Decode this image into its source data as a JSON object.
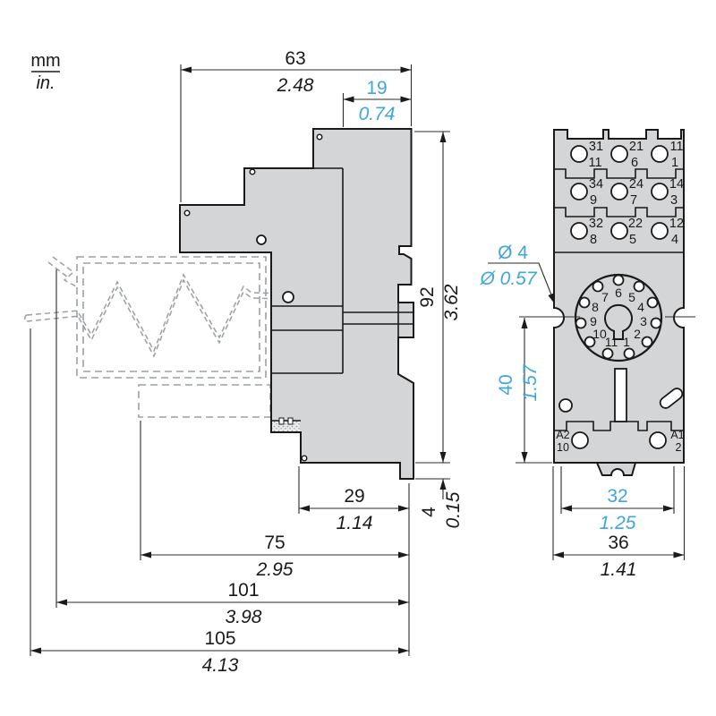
{
  "legend": {
    "mm": "mm",
    "inch": "in."
  },
  "colors": {
    "accent": "#3ea6dc",
    "body_fill": "#d4d5d7",
    "line": "#1a1a1a",
    "phantom": "#9aa0a4"
  },
  "dimensions": {
    "width_top": {
      "mm": "63",
      "inch": "2.48"
    },
    "cap_width": {
      "mm": "19",
      "inch": "0.74"
    },
    "body_height": {
      "mm": "92",
      "inch": "3.62"
    },
    "foot_height": {
      "mm": "4",
      "inch": "0.15"
    },
    "depth_lower": {
      "mm": "29",
      "inch": "1.14"
    },
    "depth_clip": {
      "mm": "75",
      "inch": "2.95"
    },
    "depth_ext": {
      "mm": "101",
      "inch": "3.98"
    },
    "depth_total": {
      "mm": "105",
      "inch": "4.13"
    },
    "front_width": {
      "mm": "36",
      "inch": "1.41"
    },
    "hole_spacing": {
      "mm": "32",
      "inch": "1.25"
    },
    "hole_offset": {
      "mm": "40",
      "inch": "1.57"
    },
    "hole_dia": {
      "mm": "Ø 4",
      "inch": "Ø 0.57"
    }
  },
  "front_view": {
    "terminal_rows": [
      [
        {
          "top": "31",
          "bottom": "11"
        },
        {
          "top": "21",
          "bottom": "6"
        },
        {
          "top": "11",
          "bottom": "1"
        }
      ],
      [
        {
          "top": "34",
          "bottom": "9"
        },
        {
          "top": "24",
          "bottom": "7"
        },
        {
          "top": "14",
          "bottom": "3"
        }
      ],
      [
        {
          "top": "32",
          "bottom": "8"
        },
        {
          "top": "22",
          "bottom": "5"
        },
        {
          "top": "12",
          "bottom": "4"
        }
      ]
    ],
    "socket_pins": [
      "1",
      "2",
      "3",
      "4",
      "5",
      "6",
      "7",
      "8",
      "9",
      "10",
      "11"
    ],
    "coil_terminals": {
      "left_top": "A2",
      "left_bottom": "10",
      "right_top": "A1",
      "right_bottom": "2"
    }
  }
}
